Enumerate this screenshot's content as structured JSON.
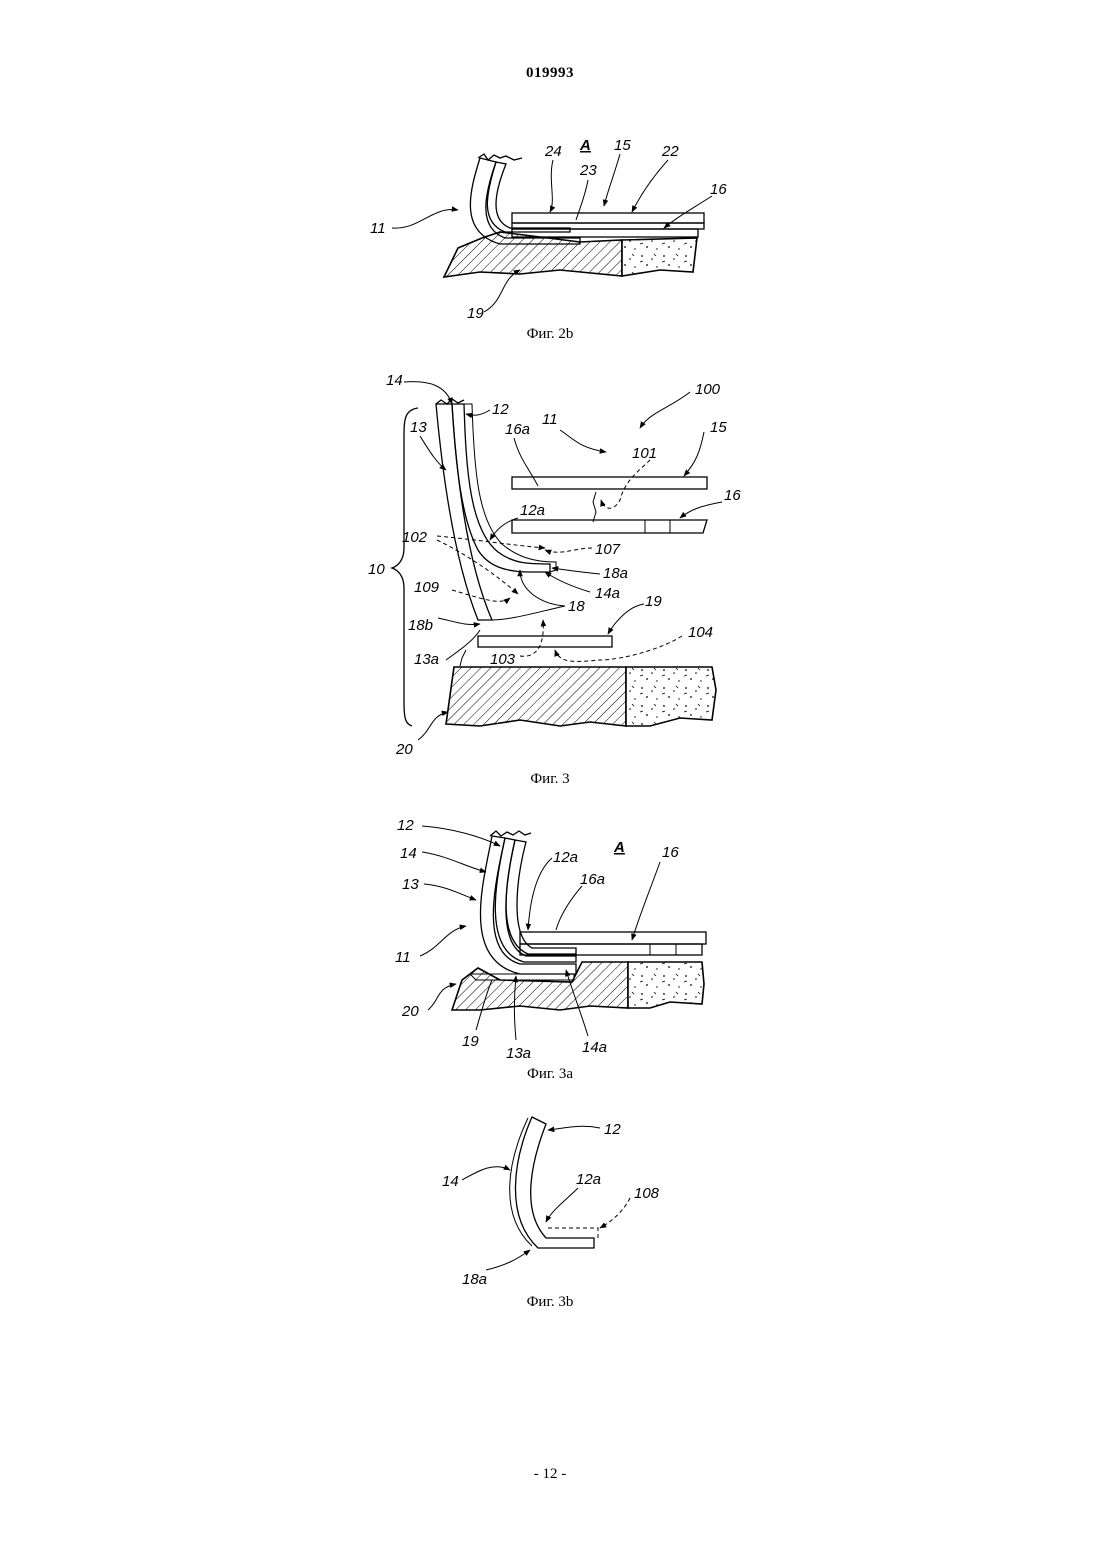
{
  "header": {
    "doc_number": "019993"
  },
  "footer": {
    "page_number": "- 12 -"
  },
  "figures": [
    {
      "id": "fig-2b",
      "caption": "Фиг. 2b",
      "labels": {
        "A": "A",
        "l24": "24",
        "l15": "15",
        "l22": "22",
        "l23": "23",
        "l16": "16",
        "l11": "11",
        "l19": "19"
      }
    },
    {
      "id": "fig-3",
      "caption": "Фиг. 3",
      "labels": {
        "l14": "14",
        "l12": "12",
        "l100": "100",
        "l13": "13",
        "l16a": "16a",
        "l11": "11",
        "l15": "15",
        "l101": "101",
        "l12a": "12a",
        "l16": "16",
        "l102": "102",
        "l107": "107",
        "l10": "10",
        "l18a": "18a",
        "l109": "109",
        "l14a": "14a",
        "l19": "19",
        "l18": "18",
        "l18b": "18b",
        "l104": "104",
        "l13a": "13a",
        "l103": "103",
        "l20": "20"
      }
    },
    {
      "id": "fig-3a",
      "caption": "Фиг. 3a",
      "labels": {
        "l12": "12",
        "l14": "14",
        "l12a": "12a",
        "A": "A",
        "l16": "16",
        "l16a": "16a",
        "l13": "13",
        "l11": "11",
        "l20": "20",
        "l19": "19",
        "l13a": "13a",
        "l14a": "14a"
      }
    },
    {
      "id": "fig-3b",
      "caption": "Фиг. 3b",
      "labels": {
        "l12": "12",
        "l14": "14",
        "l12a": "12a",
        "l108": "108",
        "l18a": "18a"
      }
    }
  ]
}
